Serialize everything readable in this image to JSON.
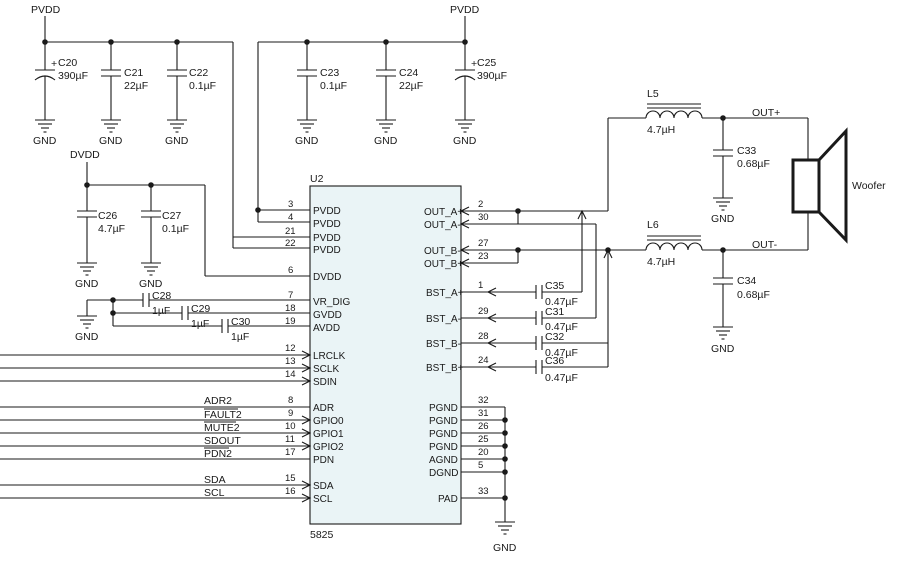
{
  "rails": {
    "pvdd_left": "PVDD",
    "pvdd_right": "PVDD",
    "dvdd": "DVDD"
  },
  "gnd": "GND",
  "capacitors": {
    "c20": {
      "ref": "C20",
      "val": "390µF"
    },
    "c21": {
      "ref": "C21",
      "val": "22µF"
    },
    "c22": {
      "ref": "C22",
      "val": "0.1µF"
    },
    "c23": {
      "ref": "C23",
      "val": "0.1µF"
    },
    "c24": {
      "ref": "C24",
      "val": "22µF"
    },
    "c25": {
      "ref": "C25",
      "val": "390µF"
    },
    "c26": {
      "ref": "C26",
      "val": "4.7µF"
    },
    "c27": {
      "ref": "C27",
      "val": "0.1µF"
    },
    "c28": {
      "ref": "C28",
      "val": "1µF"
    },
    "c29": {
      "ref": "C29",
      "val": "1µF"
    },
    "c30": {
      "ref": "C30",
      "val": "1µF"
    },
    "c33": {
      "ref": "C33",
      "val": "0.68µF"
    },
    "c34": {
      "ref": "C34",
      "val": "0.68µF"
    },
    "c35": {
      "ref": "C35",
      "val": "0.47µF"
    },
    "c31": {
      "ref": "C31",
      "val": "0.47µF"
    },
    "c32": {
      "ref": "C32",
      "val": "0.47µF"
    },
    "c36": {
      "ref": "C36",
      "val": "0.47µF"
    }
  },
  "inductors": {
    "l5": {
      "ref": "L5",
      "val": "4.7µH"
    },
    "l6": {
      "ref": "L6",
      "val": "4.7µH"
    }
  },
  "ic": {
    "ref": "U2",
    "part": "5825"
  },
  "left_pins": [
    {
      "num": "3",
      "name": "PVDD"
    },
    {
      "num": "4",
      "name": "PVDD"
    },
    {
      "num": "21",
      "name": "PVDD"
    },
    {
      "num": "22",
      "name": "PVDD"
    },
    {
      "num": "6",
      "name": "DVDD"
    },
    {
      "num": "7",
      "name": "VR_DIG"
    },
    {
      "num": "18",
      "name": "GVDD"
    },
    {
      "num": "19",
      "name": "AVDD"
    },
    {
      "num": "12",
      "name": "LRCLK"
    },
    {
      "num": "13",
      "name": "SCLK"
    },
    {
      "num": "14",
      "name": "SDIN"
    },
    {
      "num": "8",
      "name": "ADR"
    },
    {
      "num": "9",
      "name": "GPIO0"
    },
    {
      "num": "10",
      "name": "GPIO1"
    },
    {
      "num": "11",
      "name": "GPIO2"
    },
    {
      "num": "17",
      "name": "PDN"
    },
    {
      "num": "15",
      "name": "SDA"
    },
    {
      "num": "16",
      "name": "SCL"
    }
  ],
  "right_pins": [
    {
      "num": "2",
      "name": "OUT_A+"
    },
    {
      "num": "30",
      "name": "OUT_A-"
    },
    {
      "num": "27",
      "name": "OUT_B-"
    },
    {
      "num": "23",
      "name": "OUT_B+"
    },
    {
      "num": "1",
      "name": "BST_A+"
    },
    {
      "num": "29",
      "name": "BST_A-"
    },
    {
      "num": "28",
      "name": "BST_B-"
    },
    {
      "num": "24",
      "name": "BST_B+"
    },
    {
      "num": "32",
      "name": "PGND"
    },
    {
      "num": "31",
      "name": "PGND"
    },
    {
      "num": "26",
      "name": "PGND"
    },
    {
      "num": "25",
      "name": "PGND"
    },
    {
      "num": "20",
      "name": "AGND"
    },
    {
      "num": "5",
      "name": "DGND"
    },
    {
      "num": "33",
      "name": "PAD"
    }
  ],
  "net_labels": {
    "adr": "ADR2",
    "fault": "FAULT2",
    "mute": "MUTE2",
    "sdout": "SDOUT",
    "pdn": "PDN2",
    "sda": "SDA",
    "scl": "SCL",
    "outp": "OUT+",
    "outm": "OUT-"
  },
  "speaker": {
    "label": "Woofer"
  }
}
